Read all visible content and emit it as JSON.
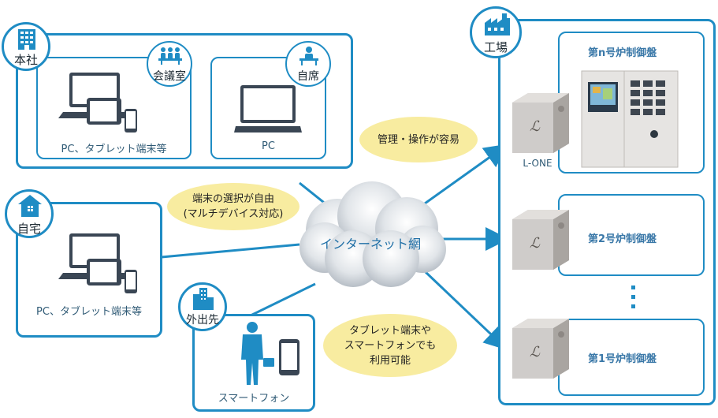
{
  "hq": {
    "label": "本社",
    "icon": "office-building-icon"
  },
  "meeting_room": {
    "label": "会議室",
    "icon": "meeting-icon",
    "caption": "PC、タブレット端末等"
  },
  "own_desk": {
    "label": "自席",
    "icon": "desk-person-icon",
    "caption": "PC"
  },
  "home": {
    "label": "自宅",
    "icon": "house-icon",
    "caption": "PC、タブレット端末等"
  },
  "outside": {
    "label": "外出先",
    "icon": "city-buildings-icon",
    "caption": "スマートフォン"
  },
  "factory": {
    "label": "工場",
    "icon": "factory-icon"
  },
  "cloud": {
    "label": "インターネット網"
  },
  "bubbles": {
    "management_lines": [
      "管理・操作が容易"
    ],
    "device_lines": [
      "端末の選択が自由",
      "(マルチデバイス対応)"
    ],
    "tablet_lines": [
      "タブレット端末や",
      "スマートフォンでも",
      "利用可能"
    ]
  },
  "controllers": {
    "top": {
      "label": "第n号炉制御盤",
      "device_label": "L-ONE"
    },
    "middle": {
      "label": "第2号炉制御盤"
    },
    "bottom": {
      "label": "第1号炉制御盤"
    }
  },
  "colors": {
    "accent": "#1f8cc4",
    "bubble": "#f8eca0",
    "icon_dark": "#3a4654"
  }
}
